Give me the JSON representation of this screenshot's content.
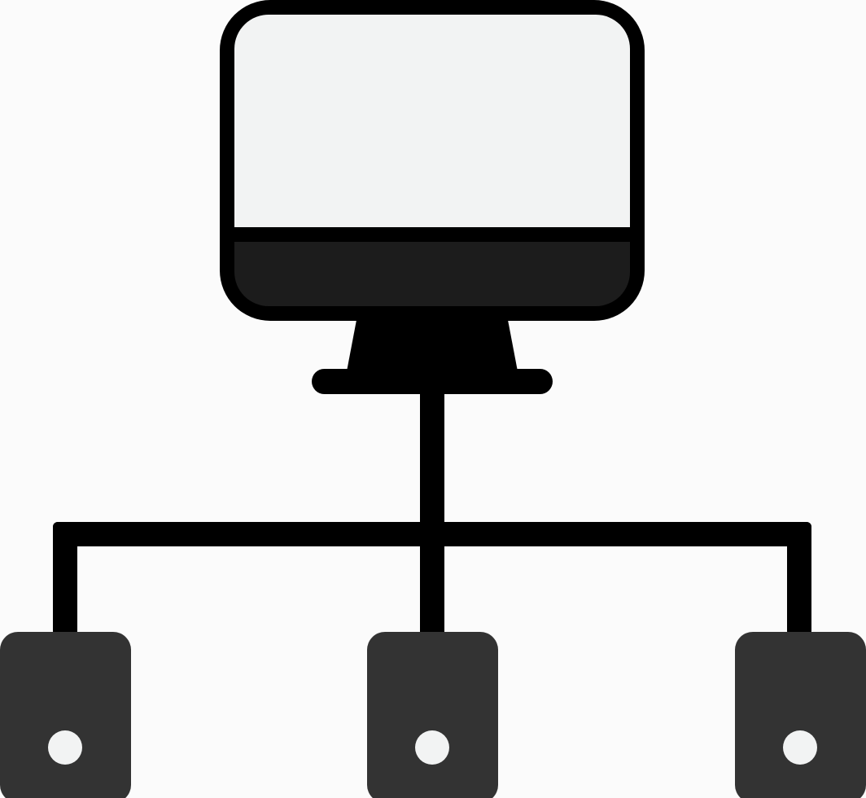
{
  "icon": {
    "name": "computer-network-icon",
    "elements": [
      "monitor",
      "stand",
      "connector-lines",
      "device-left",
      "device-center",
      "device-right"
    ]
  },
  "colors": {
    "background": "#fbfbfb",
    "outline": "#000000",
    "screen": "#f2f3f3",
    "bezel": "#1c1c1c",
    "stand": "#000000",
    "device": "#333333",
    "device_button": "#f2f3f3"
  }
}
